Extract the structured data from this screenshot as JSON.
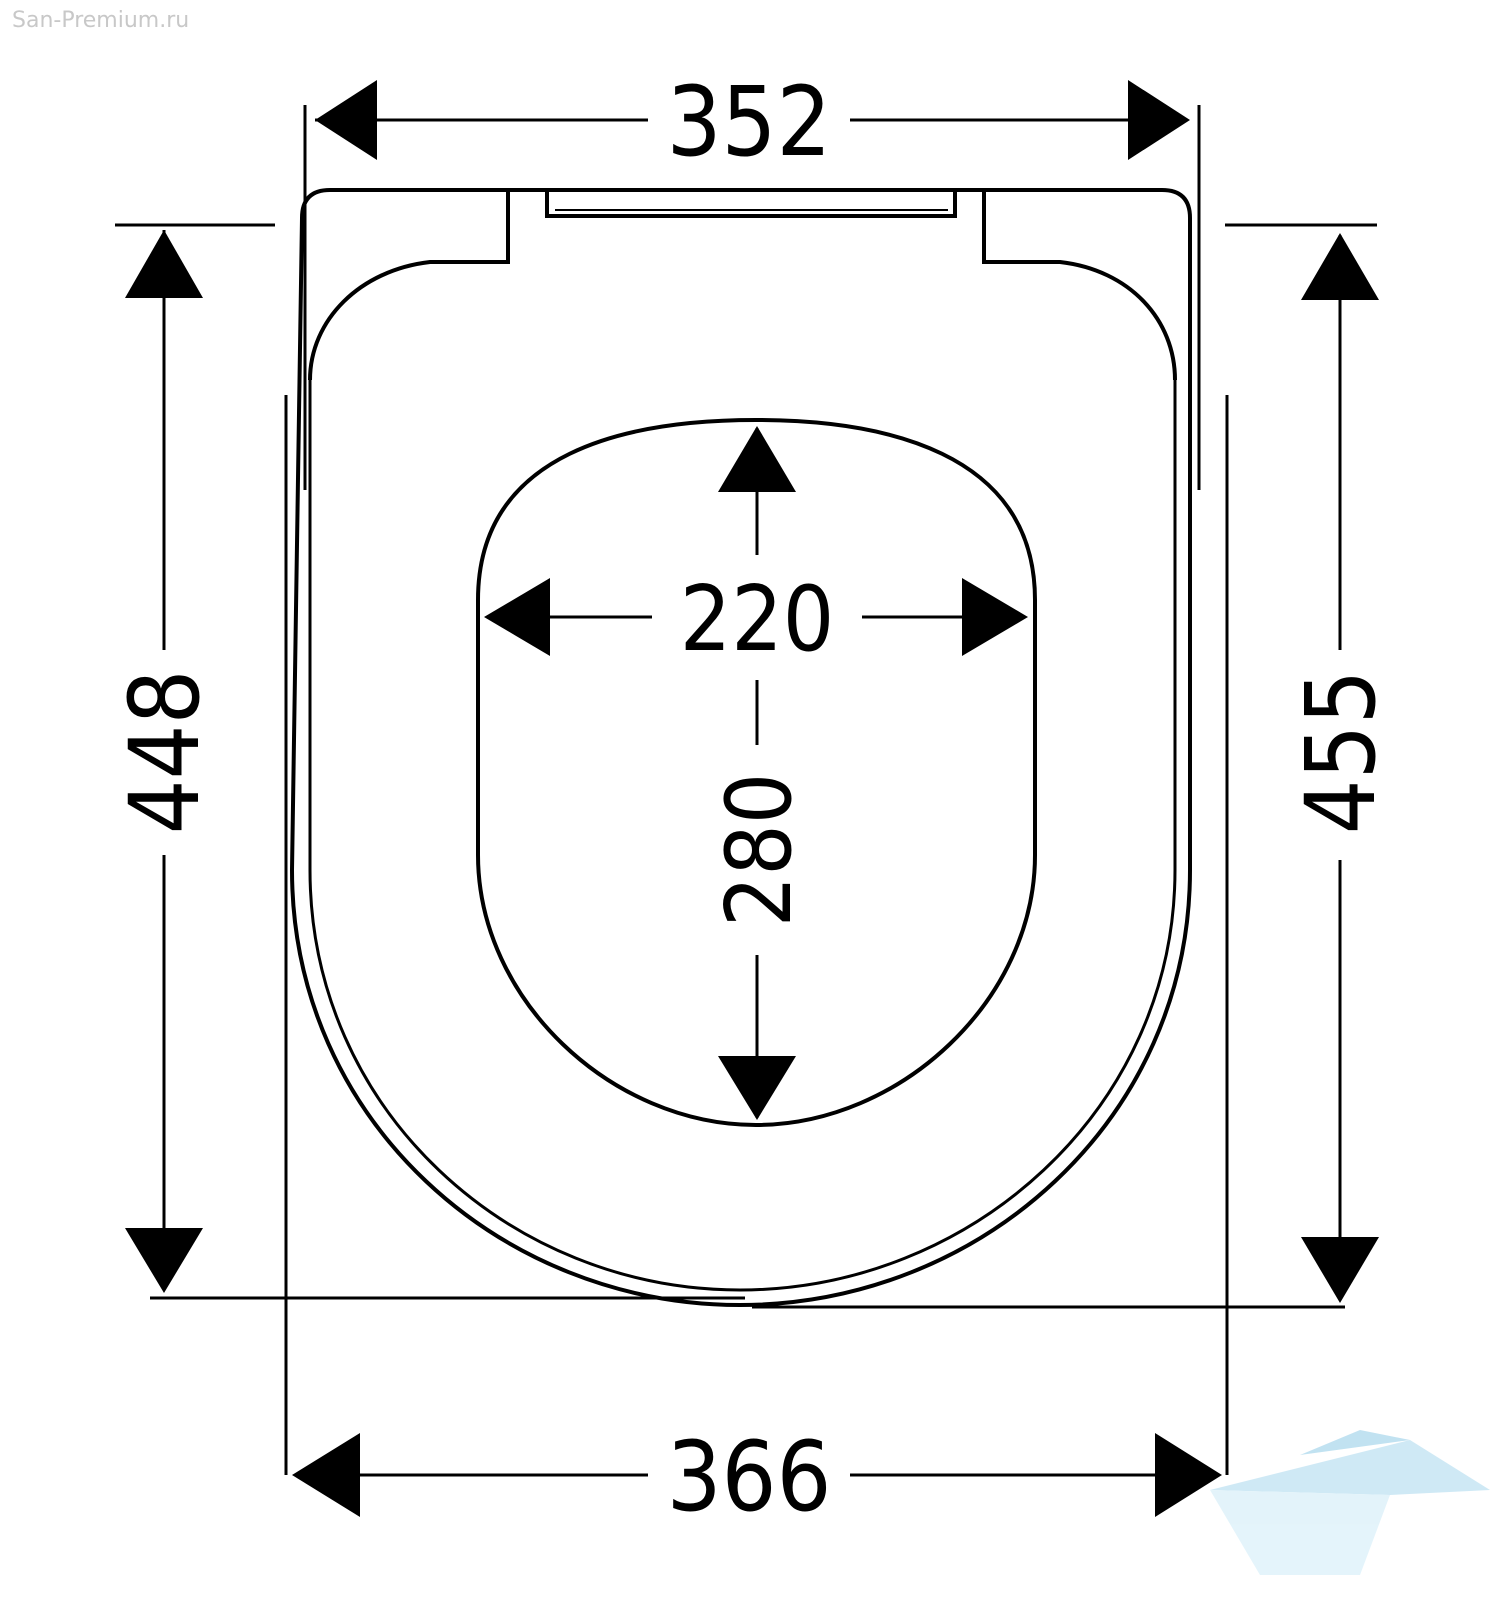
{
  "watermark": "San-Premium.ru",
  "dimensions": {
    "overall_width_top": "352",
    "overall_width_bottom": "366",
    "length_left": "448",
    "length_right": "455",
    "opening_width": "220",
    "opening_length": "280"
  },
  "colors": {
    "line": "#000000",
    "background": "#ffffff",
    "logo": "#a8d8ee"
  }
}
